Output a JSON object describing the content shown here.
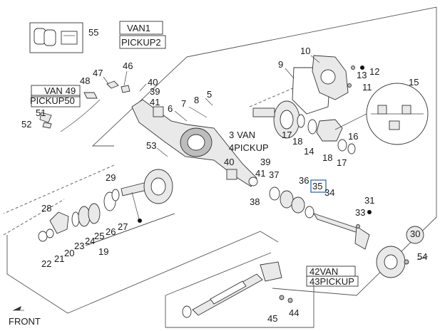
{
  "callouts": {
    "c1": "1",
    "c2": "2",
    "c3": "3",
    "c4": "4",
    "c5": "5",
    "c6": "6",
    "c7": "7",
    "c8": "8",
    "c9": "9",
    "c10": "10",
    "c11": "11",
    "c12": "12",
    "c13": "13",
    "c14": "14",
    "c15": "15",
    "c16": "16",
    "c17a": "17",
    "c17b": "17",
    "c18a": "18",
    "c18b": "18",
    "c19": "19",
    "c20": "20",
    "c21": "21",
    "c22": "22",
    "c23": "23",
    "c24": "24",
    "c25": "25",
    "c26": "26",
    "c27": "27",
    "c28": "28",
    "c29": "29",
    "c30": "30",
    "c31": "31",
    "c33": "33",
    "c34": "34",
    "c35": "35",
    "c36": "36",
    "c37": "37",
    "c38": "38",
    "c39a": "39",
    "c39b": "39",
    "c40a": "40",
    "c40b": "40",
    "c41a": "41",
    "c41b": "41",
    "c44": "44",
    "c45": "45",
    "c46": "46",
    "c47": "47",
    "c48": "48",
    "c51": "51",
    "c52": "52",
    "c53": "53",
    "c54": "54",
    "c55": "55"
  },
  "variants": {
    "van1": "VAN",
    "van1_num": "1",
    "pickup2": "PICKUP",
    "pickup2_num": "2",
    "van3": "VAN",
    "van3_num": "3",
    "pickup4": "PICKUP",
    "pickup4_num": "4",
    "van49": "VAN",
    "van49_num": "49",
    "pickup50": "PICKUP",
    "pickup50_num": "50",
    "van42": "VAN",
    "van42_num": "42",
    "pickup43": "PICKUP",
    "pickup43_num": "43"
  },
  "front_label": "FRONT",
  "highlighted_callout": "35",
  "colors": {
    "line": "#333333",
    "highlight": "#2a6fb0",
    "background": "#ffffff"
  }
}
